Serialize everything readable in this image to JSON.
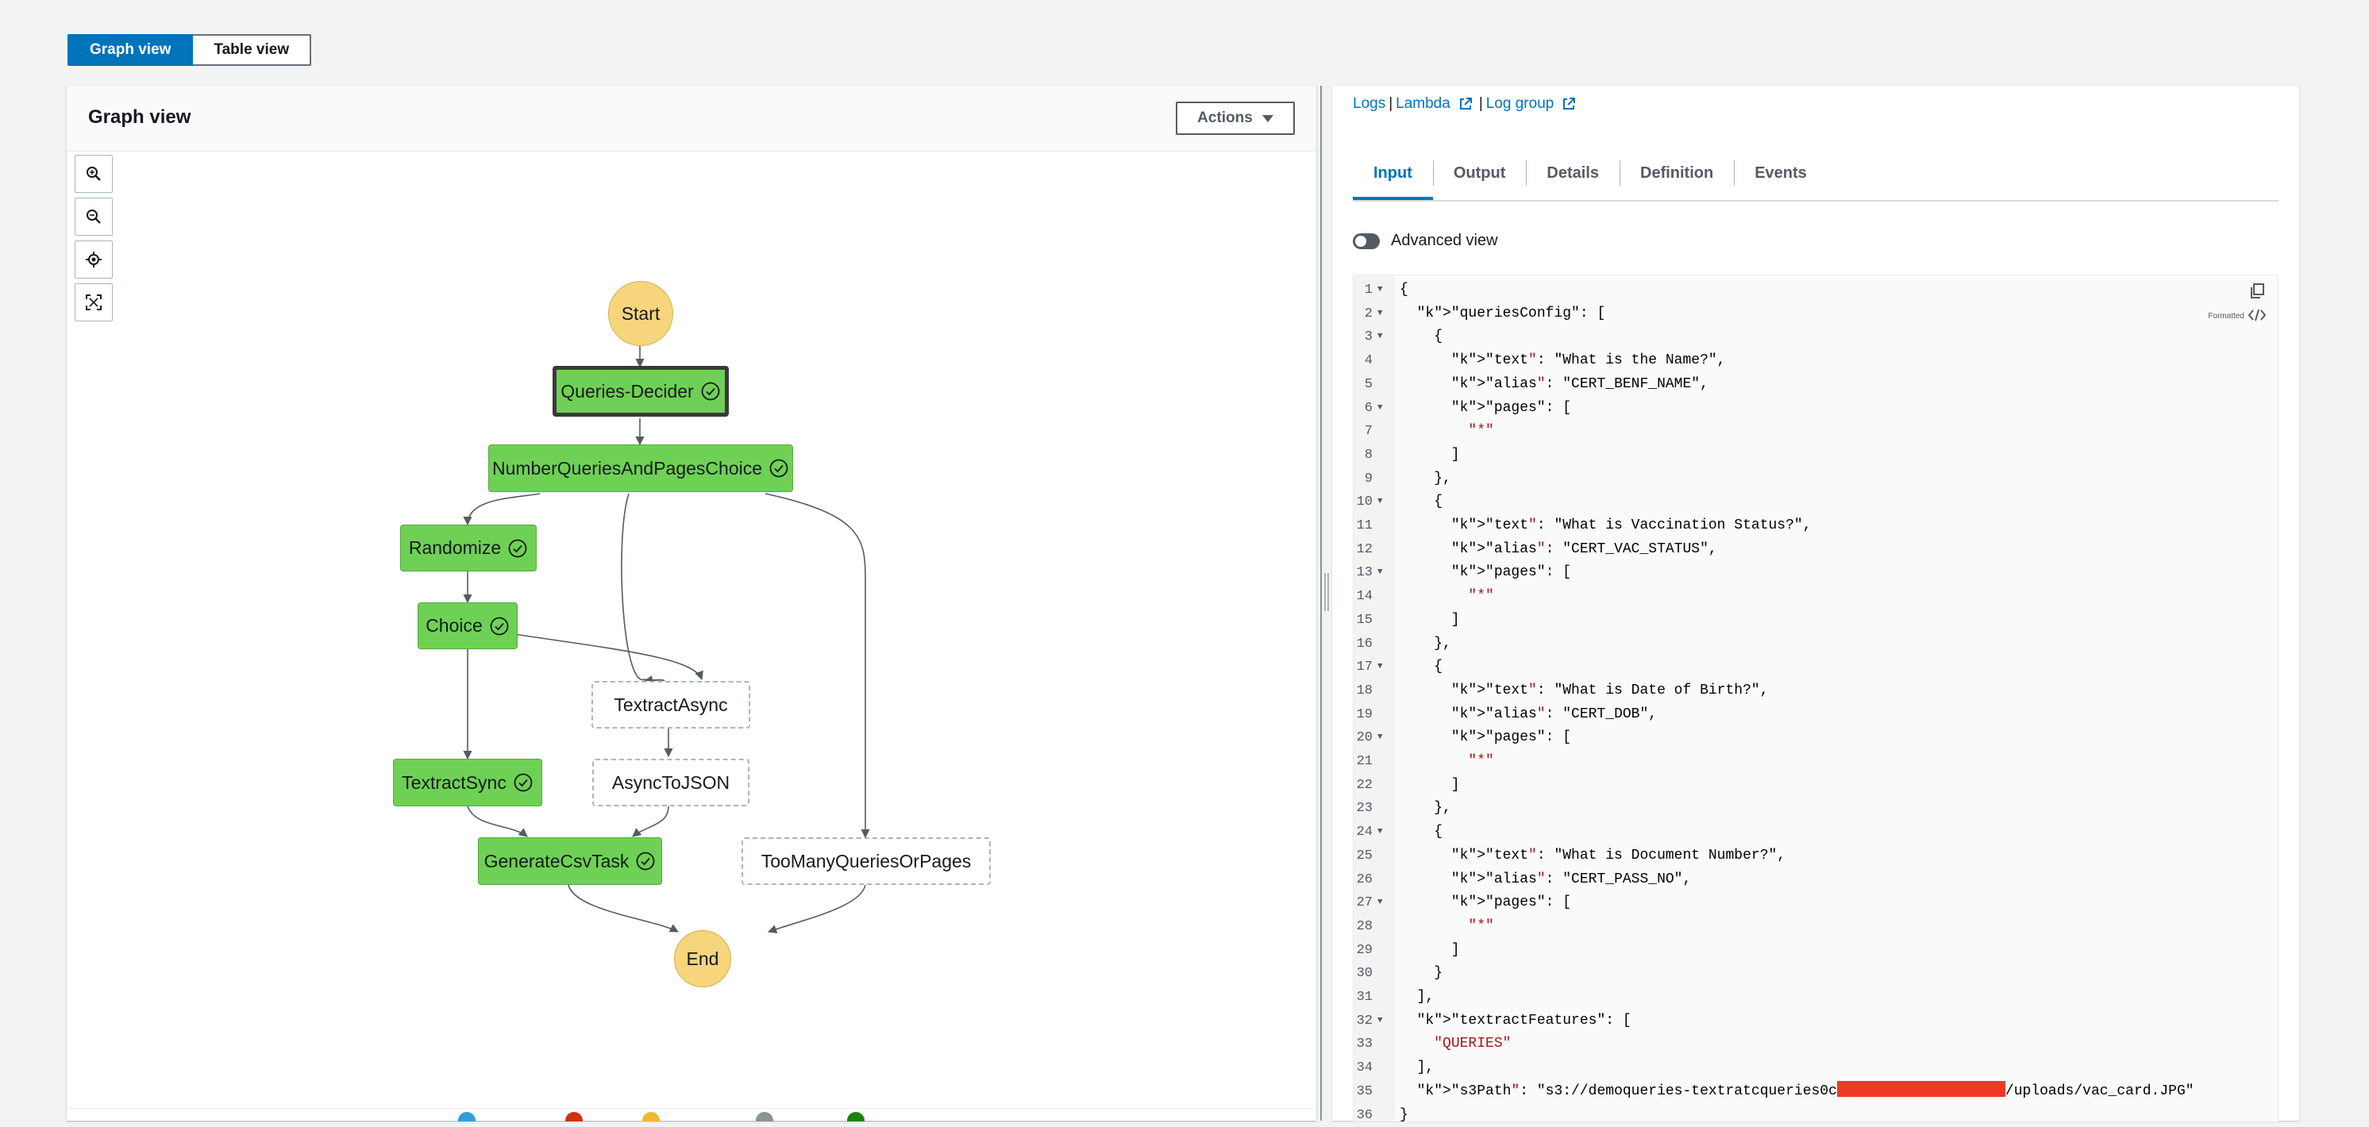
{
  "view_toggle": {
    "graph": "Graph view",
    "table": "Table view"
  },
  "graph_panel": {
    "title": "Graph view",
    "actions_label": "Actions",
    "tools": [
      "zoom-in-icon",
      "zoom-out-icon",
      "center-icon",
      "fit-icon"
    ],
    "nodes": {
      "start": "Start",
      "queries_decider": "Queries-Decider",
      "number_choice": "NumberQueriesAndPagesChoice",
      "randomize": "Randomize",
      "choice": "Choice",
      "textract_async": "TextractAsync",
      "async_to_json": "AsyncToJSON",
      "textract_sync": "TextractSync",
      "generate_csv": "GenerateCsvTask",
      "too_many": "TooManyQueriesOrPages",
      "end": "End"
    },
    "legend_colors": [
      "#2ea0d8",
      "#d13212",
      "#f2b72f",
      "#879596",
      "#1d8102"
    ]
  },
  "details_panel": {
    "links": {
      "logs": "Logs",
      "sep": "|",
      "lambda": "Lambda",
      "log_group": "Log group"
    },
    "tabs": [
      "Input",
      "Output",
      "Details",
      "Definition",
      "Events"
    ],
    "active_tab": "Input",
    "advanced_view": "Advanced view",
    "formatted_label": "Formatted",
    "code_lines": [
      "{",
      "  \"queriesConfig\": [",
      "    {",
      "      \"text\": \"What is the Name?\",",
      "      \"alias\": \"CERT_BENF_NAME\",",
      "      \"pages\": [",
      "        \"*\"",
      "      ]",
      "    },",
      "    {",
      "      \"text\": \"What is Vaccination Status?\",",
      "      \"alias\": \"CERT_VAC_STATUS\",",
      "      \"pages\": [",
      "        \"*\"",
      "      ]",
      "    },",
      "    {",
      "      \"text\": \"What is Date of Birth?\",",
      "      \"alias\": \"CERT_DOB\",",
      "      \"pages\": [",
      "        \"*\"",
      "      ]",
      "    },",
      "    {",
      "      \"text\": \"What is Document Number?\",",
      "      \"alias\": \"CERT_PASS_NO\",",
      "      \"pages\": [",
      "        \"*\"",
      "      ]",
      "    }",
      "  ],",
      "  \"textractFeatures\": [",
      "    \"QUERIES\"",
      "  ],",
      "  \"s3Path\": \"s3://demoqueries-textratcqueries0c[REDACTED]/uploads/vac_card.JPG\"",
      "}"
    ],
    "fold_lines": [
      1,
      2,
      3,
      6,
      10,
      13,
      17,
      20,
      24,
      27,
      32
    ]
  }
}
